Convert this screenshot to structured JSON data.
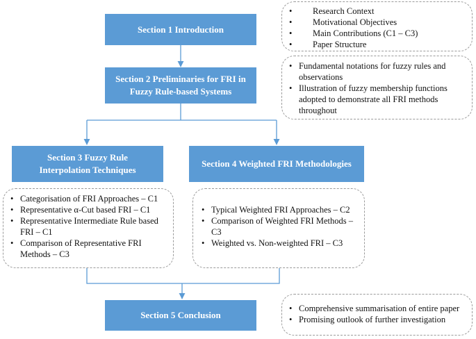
{
  "sections": {
    "s1": "Section 1 Introduction",
    "s2": "Section 2 Preliminaries for FRI in Fuzzy Rule-based Systems",
    "s3": "Section 3 Fuzzy Rule Interpolation Techniques",
    "s4": "Section 4 Weighted FRI Methodologies",
    "s5": "Section 5 Conclusion"
  },
  "notes": {
    "intro": [
      "Research Context",
      "Motivational Objectives",
      "Main Contributions (C1 – C3)",
      "Paper Structure"
    ],
    "prelim": [
      "Fundamental notations for fuzzy rules and observations",
      "Illustration of fuzzy membership functions adopted to demonstrate all FRI methods throughout"
    ],
    "fri": [
      "Categorisation of FRI Approaches – C1",
      "Representative α-Cut based FRI – C1",
      "Representative Intermediate Rule based FRI – C1",
      "Comparison of Representative FRI Methods – C3"
    ],
    "weighted": [
      "Typical Weighted FRI Approaches – C2",
      "Comparison of Weighted FRI Methods – C3",
      "Weighted vs. Non-weighted FRI – C3"
    ],
    "conclusion": [
      "Comprehensive summarisation of entire paper",
      "Promising outlook of further investigation"
    ]
  },
  "colors": {
    "box": "#5b9bd5",
    "arrow": "#5b9bd5",
    "note_border": "#9a9a9a"
  }
}
